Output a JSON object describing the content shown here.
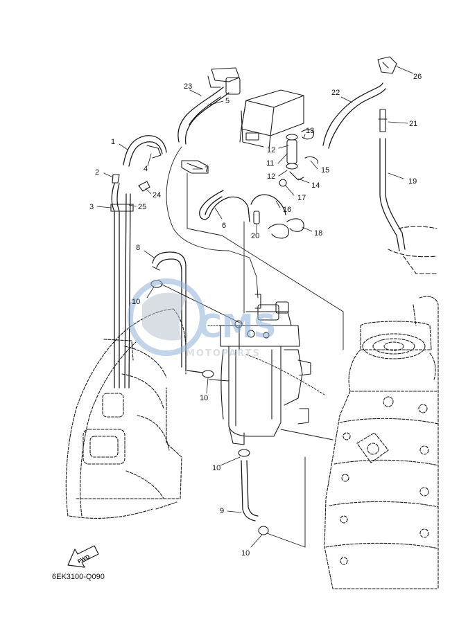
{
  "diagram": {
    "drawing_code": "6EK3100-Q090",
    "direction_label": "FWD",
    "watermark": {
      "brand": "CMS",
      "subtitle": "MOTOPARTS"
    },
    "callouts": [
      {
        "id": "c1",
        "label": "1"
      },
      {
        "id": "c2",
        "label": "2"
      },
      {
        "id": "c3",
        "label": "3"
      },
      {
        "id": "c4",
        "label": "4"
      },
      {
        "id": "c5",
        "label": "5"
      },
      {
        "id": "c6",
        "label": "6"
      },
      {
        "id": "c7",
        "label": "7"
      },
      {
        "id": "c8",
        "label": "8"
      },
      {
        "id": "c9",
        "label": "9"
      },
      {
        "id": "c10a",
        "label": "10"
      },
      {
        "id": "c10b",
        "label": "10"
      },
      {
        "id": "c10c",
        "label": "10"
      },
      {
        "id": "c10d",
        "label": "10"
      },
      {
        "id": "c11",
        "label": "11"
      },
      {
        "id": "c12a",
        "label": "12"
      },
      {
        "id": "c12b",
        "label": "12"
      },
      {
        "id": "c13",
        "label": "13"
      },
      {
        "id": "c14",
        "label": "14"
      },
      {
        "id": "c15",
        "label": "15"
      },
      {
        "id": "c16",
        "label": "16"
      },
      {
        "id": "c17",
        "label": "17"
      },
      {
        "id": "c18",
        "label": "18"
      },
      {
        "id": "c19",
        "label": "19"
      },
      {
        "id": "c20",
        "label": "20"
      },
      {
        "id": "c21",
        "label": "21"
      },
      {
        "id": "c22",
        "label": "22"
      },
      {
        "id": "c23",
        "label": "23"
      },
      {
        "id": "c24",
        "label": "24"
      },
      {
        "id": "c25",
        "label": "25"
      },
      {
        "id": "c26",
        "label": "26"
      }
    ],
    "colors": {
      "line": "#1a1a1a",
      "watermark_blue": "#8fb2d8",
      "watermark_gray": "#b9c4cf"
    }
  }
}
